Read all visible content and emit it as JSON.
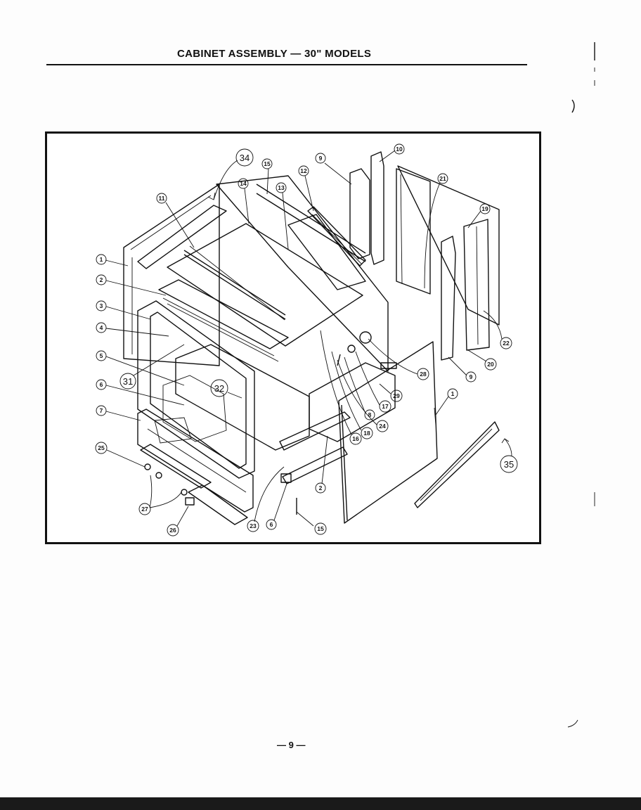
{
  "title": "CABINET ASSEMBLY — 30\" MODELS",
  "page_number": "— 9 —",
  "callouts": [
    {
      "id": "c1a",
      "label": "1"
    },
    {
      "id": "c2a",
      "label": "2"
    },
    {
      "id": "c3",
      "label": "3"
    },
    {
      "id": "c4",
      "label": "4"
    },
    {
      "id": "c5",
      "label": "5"
    },
    {
      "id": "c6a",
      "label": "6"
    },
    {
      "id": "c7",
      "label": "7"
    },
    {
      "id": "c25",
      "label": "25"
    },
    {
      "id": "c27",
      "label": "27"
    },
    {
      "id": "c26",
      "label": "26"
    },
    {
      "id": "c31",
      "label": "31"
    },
    {
      "id": "c32",
      "label": "32"
    },
    {
      "id": "c11",
      "label": "11"
    },
    {
      "id": "c34",
      "label": "34"
    },
    {
      "id": "c14",
      "label": "14"
    },
    {
      "id": "c15",
      "label": "15"
    },
    {
      "id": "c13",
      "label": "13"
    },
    {
      "id": "c12",
      "label": "12"
    },
    {
      "id": "c9a",
      "label": "9"
    },
    {
      "id": "c10",
      "label": "10"
    },
    {
      "id": "c21",
      "label": "21"
    },
    {
      "id": "c19",
      "label": "19"
    },
    {
      "id": "c22",
      "label": "22"
    },
    {
      "id": "c20",
      "label": "20"
    },
    {
      "id": "c9b",
      "label": "9"
    },
    {
      "id": "c28",
      "label": "28"
    },
    {
      "id": "c29",
      "label": "29"
    },
    {
      "id": "c17",
      "label": "17"
    },
    {
      "id": "c8",
      "label": "8"
    },
    {
      "id": "c24",
      "label": "24"
    },
    {
      "id": "c18",
      "label": "18"
    },
    {
      "id": "c16",
      "label": "16"
    },
    {
      "id": "c1b",
      "label": "1"
    },
    {
      "id": "c35",
      "label": "35"
    },
    {
      "id": "c2b",
      "label": "2"
    },
    {
      "id": "c6b",
      "label": "6"
    },
    {
      "id": "c15b",
      "label": "15"
    },
    {
      "id": "c23",
      "label": "23"
    }
  ]
}
